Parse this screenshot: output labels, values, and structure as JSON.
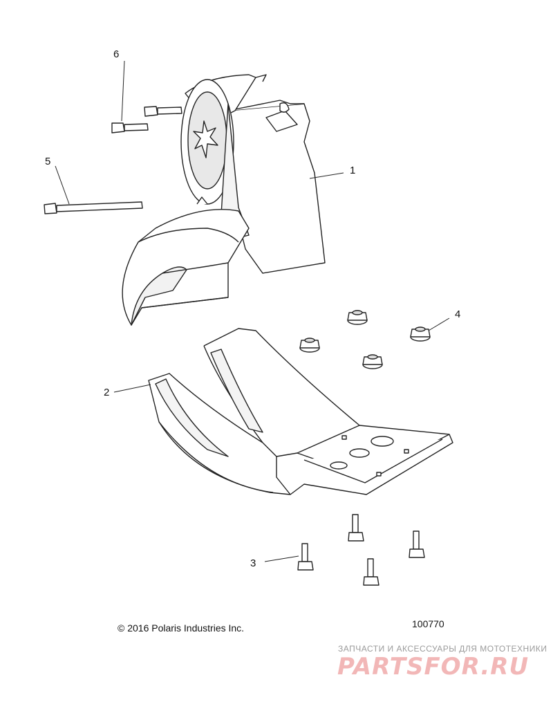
{
  "callouts": {
    "c1": "1",
    "c2": "2",
    "c3": "3",
    "c4": "4",
    "c5": "5",
    "c6": "6"
  },
  "footer": {
    "copyright": "© 2016 Polaris Industries Inc.",
    "part_number": "100770"
  },
  "watermark": {
    "tagline": "ЗАПЧАСТИ И АКСЕССУАРЫ ДЛЯ МОТОТЕХНИКИ",
    "brand": "PARTSFOR.RU"
  }
}
